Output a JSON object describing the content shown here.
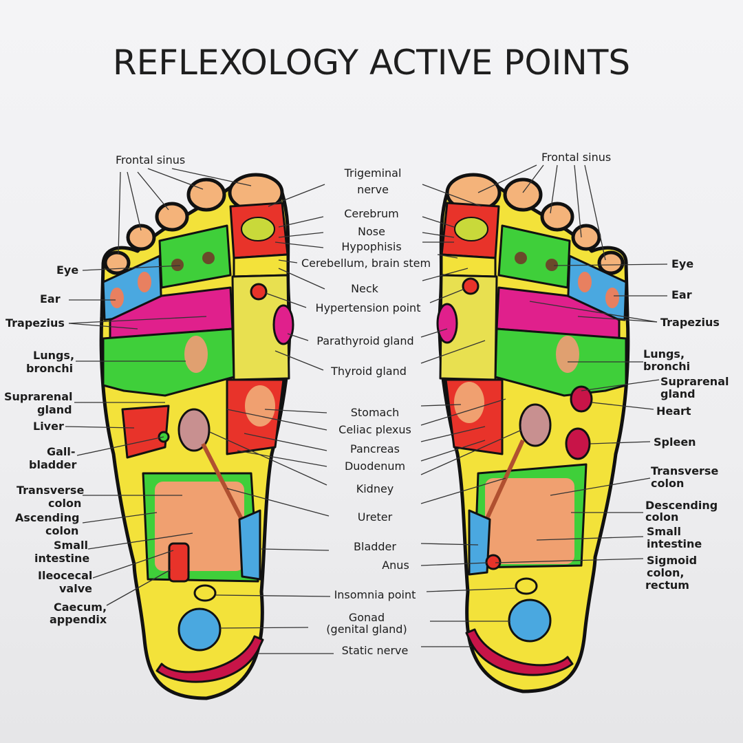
{
  "title": "REFLEXOLOGY ACTIVE POINTS",
  "left_labels": {
    "frontal_sinus": "Frontal sinus",
    "eye": "Eye",
    "ear": "Ear",
    "trapezius": "Trapezius",
    "lungs_1": "Lungs,",
    "lungs_2": "bronchi",
    "suprarenal_1": "Suprarenal",
    "suprarenal_2": "gland",
    "liver": "Liver",
    "gall_1": "Gall-",
    "gall_2": "bladder",
    "transverse_1": "Transverse",
    "transverse_2": "colon",
    "ascending_1": "Ascending",
    "ascending_2": "colon",
    "small_1": "Small",
    "small_2": "intestine",
    "ileocecal_1": "Ileocecal",
    "ileocecal_2": "valve",
    "caecum_1": "Caecum,",
    "caecum_2": "appendix"
  },
  "center_labels": {
    "trigeminal_1": "Trigeminal",
    "trigeminal_2": "nerve",
    "cerebrum": "Cerebrum",
    "nose": "Nose",
    "hypophisis": "Hypophisis",
    "cerebellum": "Cerebellum, brain stem",
    "neck": "Neck",
    "hypertension": "Hypertension point",
    "parathyroid": "Parathyroid gland",
    "thyroid": "Thyroid gland",
    "stomach": "Stomach",
    "celiac": "Celiac plexus",
    "pancreas": "Pancreas",
    "duodenum": "Duodenum",
    "kidney": "Kidney",
    "ureter": "Ureter",
    "bladder": "Bladder",
    "anus": "Anus",
    "insomnia": "Insomnia point",
    "gonad_1": "Gonad",
    "gonad_2": "(genital gland)",
    "static": "Static nerve"
  },
  "right_labels": {
    "frontal_sinus": "Frontal sinus",
    "eye": "Eye",
    "ear": "Ear",
    "trapezius": "Trapezius",
    "lungs_1": "Lungs,",
    "lungs_2": "bronchi",
    "suprarenal_1": "Suprarenal",
    "suprarenal_2": "gland",
    "heart": "Heart",
    "spleen": "Spleen",
    "transverse_1": "Transverse",
    "transverse_2": "colon",
    "descending_1": "Descending",
    "descending_2": "colon",
    "small_1": "Small",
    "small_2": "intestine",
    "sigmoid_1": "Sigmoid",
    "sigmoid_2": "colon,",
    "sigmoid_3": "rectum"
  },
  "colors": {
    "yellow": "#f3e23a",
    "green": "#3fcf3a",
    "magenta": "#e0208c",
    "red": "#e8332a",
    "blue": "#4aa8e0",
    "crimson": "#c81448",
    "toe_tip": "#f4b37a"
  }
}
